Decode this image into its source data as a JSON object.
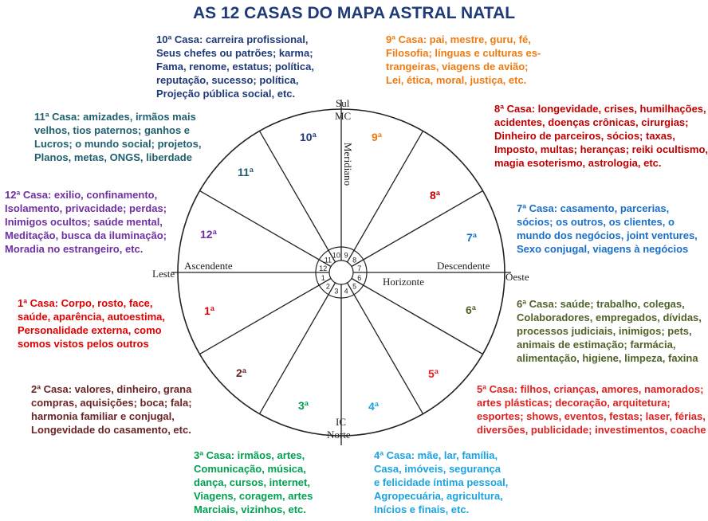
{
  "title": "AS 12 CASAS DO MAPA ASTRAL NATAL",
  "wheel": {
    "sul": "Sul",
    "norte": "Norte",
    "leste": "Leste",
    "oeste": "Oeste",
    "mc": "MC",
    "ic": "IC",
    "meridiano": "Meridiano",
    "ascendente": "Ascendente",
    "descendente": "Descendente",
    "horizonte": "Horizonte",
    "inner_numbers": [
      "1",
      "2",
      "3",
      "4",
      "5",
      "6",
      "7",
      "8",
      "9",
      "10",
      "11",
      "12"
    ]
  },
  "houses": [
    {
      "num": "1ª",
      "color": "#e00000",
      "lines": [
        "1ª Casa:   Corpo, rosto, face,",
        "saúde, aparência, autoestima,",
        "Personalidade externa, como",
        "somos vistos   pelos   outros"
      ]
    },
    {
      "num": "2ª",
      "color": "#6b2424",
      "lines": [
        "2ª Casa: valores, dinheiro, grana",
        "compras, aquisições; boca; fala;",
        "harmonia   familiar   e conjugal,",
        "Longevidade do casamento, etc."
      ]
    },
    {
      "num": "3ª",
      "color": "#00a050",
      "lines": [
        "3ª Casa:   irmãos, artes,",
        "Comunicação, música,",
        "dança, cursos, internet,",
        "Viagens, coragem, artes",
        "Marciais, vizinhos, etc."
      ]
    },
    {
      "num": "4ª",
      "color": "#1aa3e0",
      "lines": [
        "4ª Casa:  mãe, lar, família,",
        "Casa, imóveis, segurança",
        "e felicidade íntima pessoal,",
        "Agropecuária, agricultura,",
        "Inícios e finais, etc."
      ]
    },
    {
      "num": "5ª",
      "color": "#e02020",
      "lines": [
        "5ª Casa:  filhos, crianças, amores, namorados;",
        "artes plásticas; decoração, arquitetura;",
        "esportes; shows, eventos, festas; laser, férias,",
        "diversões, publicidade; investimentos, coache"
      ]
    },
    {
      "num": "6ª",
      "color": "#4f6228",
      "lines": [
        "6ª Casa:  saúde; trabalho, colegas,",
        "Colaboradores, empregados, dívidas,",
        "processos judiciais, inimigos; pets,",
        "animais de estimação; farmácia,",
        "alimentação, higiene, limpeza, faxina"
      ]
    },
    {
      "num": "7ª",
      "color": "#1a6fc8",
      "lines": [
        "7ª Casa:  casamento, parcerias,",
        "sócios;  os outros, os clientes, o",
        "mundo dos negócios, joint ventures,",
        "Sexo conjugal, viagens à negócios"
      ]
    },
    {
      "num": "8ª",
      "color": "#c00000",
      "lines": [
        "8ª Casa: longevidade, crises, humilhações,",
        "acidentes, doenças crônicas, cirurgias;",
        "Dinheiro de parceiros, sócios; taxas,",
        "Imposto, multas; heranças; reiki ocultismo,",
        "magia esoterismo, astrologia, etc."
      ]
    },
    {
      "num": "9ª",
      "color": "#ee7b12",
      "lines": [
        "9ª Casa: pai, mestre, guru, fé,",
        "Filosofia; línguas e culturas es-",
        "trangeiras, viagens de avião;",
        "Lei, ética, moral, justiça, etc."
      ]
    },
    {
      "num": "10ª",
      "color": "#1f3a78",
      "lines": [
        "10ª Casa: carreira profissional,",
        "Seus chefes ou patrões; karma;",
        "Fama, renome, estatus; política,",
        "reputação, sucesso; política,",
        "Projeção pública social, etc."
      ]
    },
    {
      "num": "11ª",
      "color": "#1f5f6f",
      "lines": [
        "11ª Casa: amizades, irmãos mais",
        "velhos, tios paternos; ganhos e",
        "Lucros; o mundo social; projetos,",
        "Planos, metas, ONGS, liberdade"
      ]
    },
    {
      "num": "12ª",
      "color": "#7030a0",
      "lines": [
        "12ª Casa:  exilio, confinamento,",
        "Isolamento, privacidade; perdas;",
        "Inimigos ocultos; saúde mental,",
        "Meditação, busca da iluminação;",
        "Moradia no estrangeiro, etc."
      ]
    }
  ]
}
